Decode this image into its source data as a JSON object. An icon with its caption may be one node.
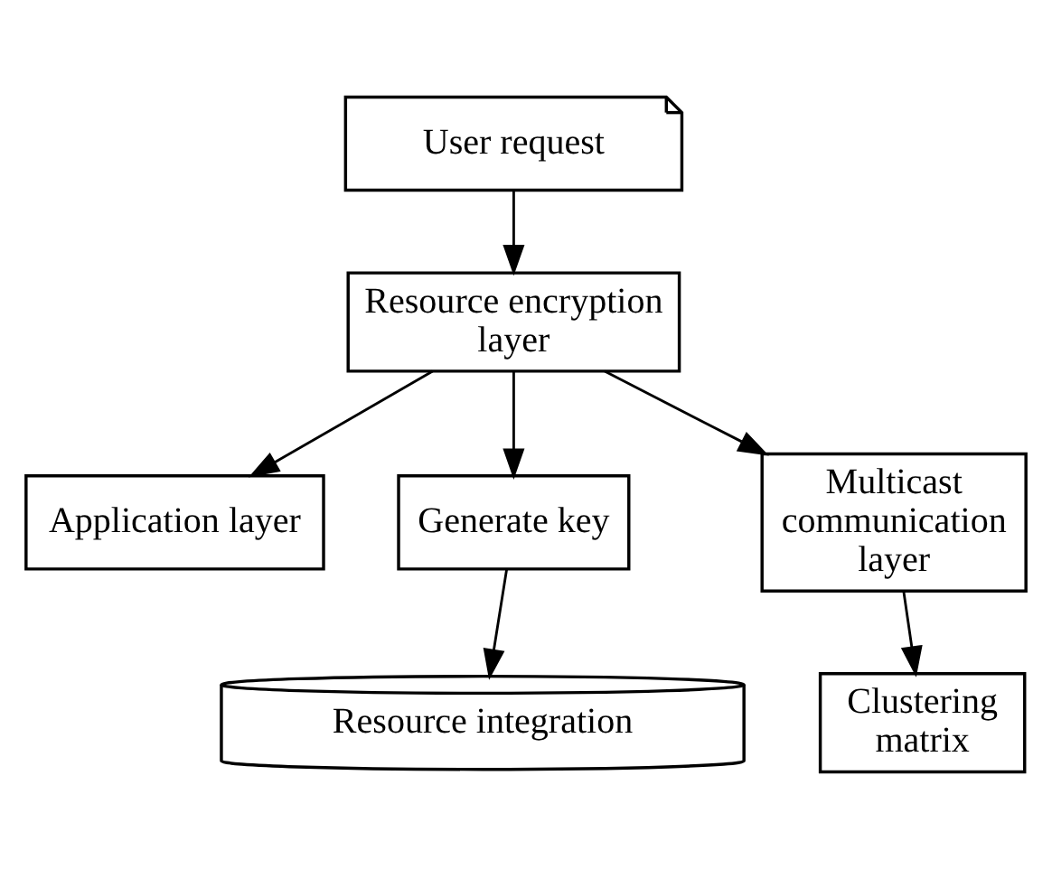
{
  "diagram": {
    "nodes": [
      {
        "text": [
          "User request"
        ]
      },
      {
        "text": [
          "Resource encryption layer"
        ]
      },
      {
        "text": [
          "Application layer"
        ]
      },
      {
        "text": [
          "Generate key"
        ]
      },
      {
        "text": [
          "Multicast communication layer"
        ]
      },
      {
        "text": [
          "Clustering matrix"
        ]
      },
      {
        "text": [
          "Resource integration"
        ]
      }
    ],
    "edges": [
      {
        "from": 0,
        "to": 1,
        "arrow": "to"
      },
      {
        "from": 1,
        "to": 2,
        "arrow": "to"
      },
      {
        "from": 1,
        "to": 3,
        "arrow": "to"
      },
      {
        "from": 1,
        "to": 4,
        "arrow": "to"
      },
      {
        "from": 4,
        "to": 5,
        "arrow": "to"
      },
      {
        "from": 3,
        "to": 6,
        "arrow": "to"
      }
    ]
  }
}
